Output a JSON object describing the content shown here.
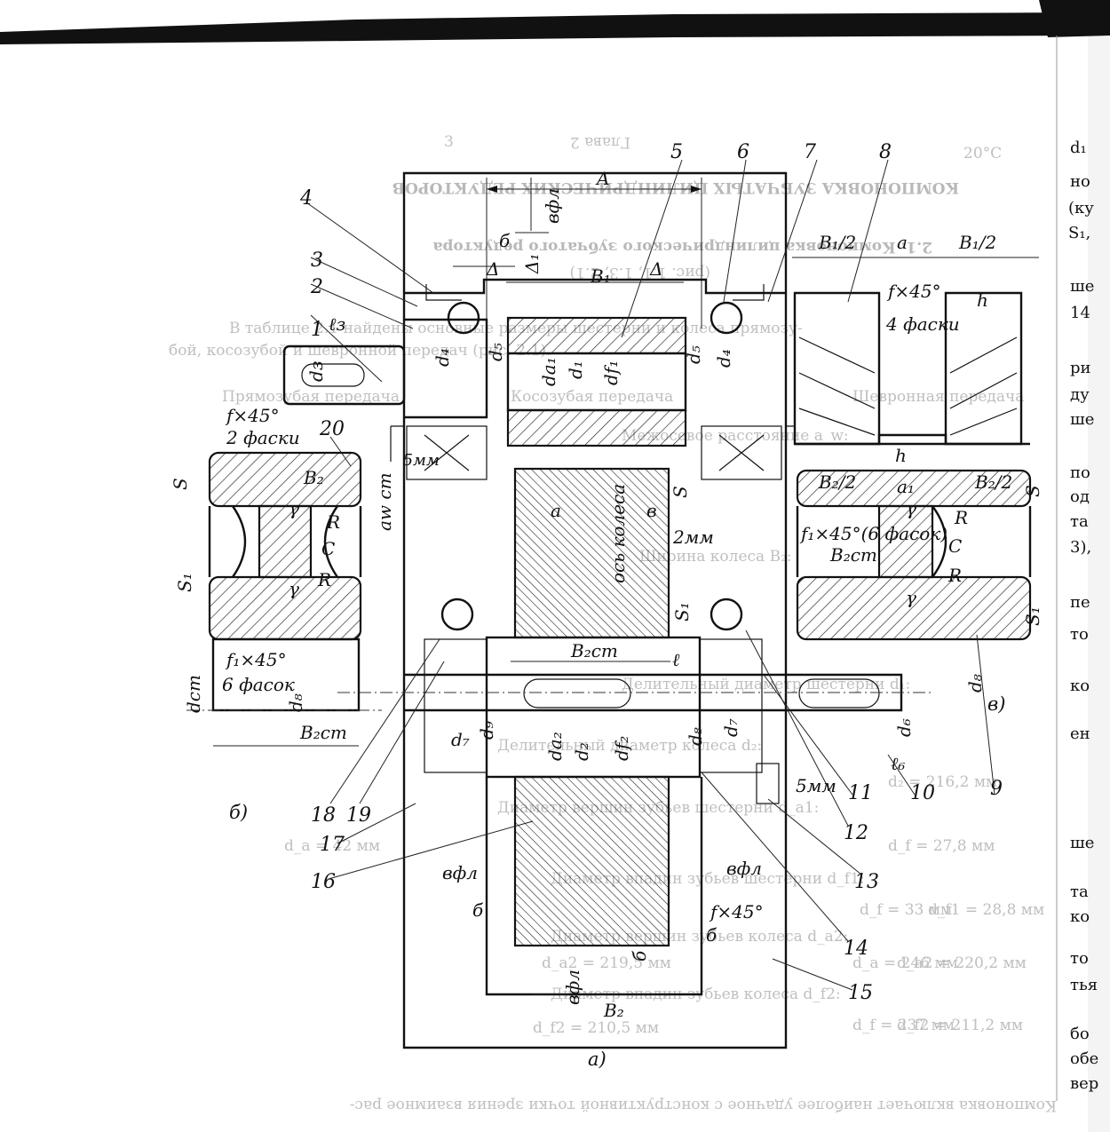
{
  "chapter_header": "Глава 2",
  "page_number": "3",
  "temperature_note": "20°C",
  "book_title": "КОМПОНОВКА ЗУБЧАТЫХ ЦИЛИНДРИЧЕСКИХ РЕДУКТОРОВ",
  "section_title": "2.1. Компоновка цилиндрического зубчатого редуктора",
  "section_subtitle": "(рис. 1.1, 1.3, 2.1)",
  "bleed_text": [
    "В таблице 2.1 найдены основные размеры шестерни и колеса прямозу-",
    "бой, косозубой и шевронной передач (рис. 2.1).",
    "Прямозубая передача",
    "Косозубая передача",
    "Шевронная передача",
    "Межосевое расстояние a_w:",
    "Ширина колеса B₂:",
    "Делительный диаметр шестерни d₁:",
    "Делительный диаметр колеса d₂:",
    "Диаметр вершин зубьев шестерни d_a1:",
    "Диаметр впадин зубьев шестерни d_f1:",
    "Диаметр вершин зубьев колеса d_a2:",
    "Диаметр впадин зубьев колеса d_f2:",
    "d₂ = 216,2 мм",
    "d_a = 42 мм",
    "d_f = 27,8 мм",
    "d_f = 33 мм",
    "d_f1 = 28,8 мм",
    "d_a = 246 мм",
    "d_a2 = 219,5 мм",
    "d_a2 = 220,2 мм",
    "d_f = 237 мм",
    "d_f2 = 210,5 мм",
    "d_f2 = 211,2 мм",
    "Компоновка включает наиболее удачное с конструктивной точки зрения взаимное рас-"
  ],
  "margin_text": [
    "d₁",
    "но",
    "(ку",
    "S₁,",
    "ше",
    "14",
    "ри",
    "ду",
    "ше",
    "по",
    "од",
    "та",
    "3),",
    "пе",
    "то",
    "ко",
    "ен",
    "ше",
    "та",
    "ко",
    "то",
    "тья",
    "бо",
    "обе",
    "вер"
  ],
  "callouts": [
    "1",
    "2",
    "3",
    "4",
    "5",
    "6",
    "7",
    "8",
    "9",
    "10",
    "11",
    "12",
    "13",
    "14",
    "15",
    "16",
    "17",
    "18",
    "19",
    "20"
  ],
  "view_labels": {
    "main": "а)",
    "gear_section": "б)",
    "chevron": "в)"
  },
  "dimension_labels": {
    "A": "A",
    "b_fl": "вфл",
    "delta": "б",
    "Delta": "Δ",
    "Delta1": "Δ₁",
    "B1": "B₁",
    "B1_half": "B₁/2",
    "a": "a",
    "a1": "a₁",
    "l3": "ℓз",
    "d3": "dз",
    "d4": "d₄",
    "d5": "d₅",
    "da1": "da₁",
    "d1": "d₁",
    "df1": "df₁",
    "d6": "d₆",
    "d7": "d₇",
    "d8": "d₈",
    "d9": "d₉",
    "da2": "da₂",
    "d2": "d₂",
    "df2": "df₂",
    "B2": "B₂",
    "B2_half": "B₂/2",
    "B2st": "B₂ст",
    "l6": "ℓ₆",
    "l": "ℓ",
    "s": "S",
    "s1": "S₁",
    "R": "R",
    "C": "C",
    "gamma": "γ",
    "h": "h",
    "aw_st": "aw ст",
    "d_st": "dст",
    "b": "в",
    "chamfer_1": "f×45°",
    "chamfer_1_note": "2 фаски",
    "chamfer_2": "f₁×45°",
    "chamfer_2_note": "6 фасок",
    "chamfer_3": "f×45°",
    "chamfer_3_note": "4 фаски",
    "chamfer_4": "f₁×45°(6 фасок)",
    "chamfer_5": "f×45°",
    "gap_5mm": "5мм",
    "gap_2mm": "2мм",
    "gear_axis": "ось колеса"
  }
}
